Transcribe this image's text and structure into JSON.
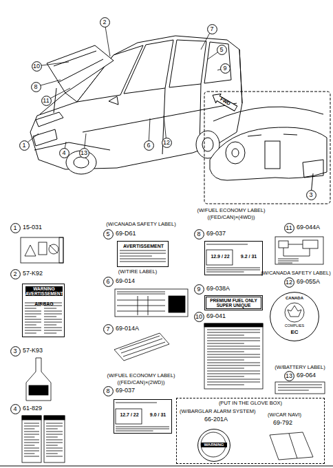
{
  "diagram": {
    "nodes": [
      {
        "text": [
          "2"
        ]
      },
      {
        "text": [
          "7"
        ]
      },
      {
        "text": [
          "5"
        ]
      },
      {
        "text": [
          "10"
        ]
      },
      {
        "text": [
          "9"
        ]
      },
      {
        "text": [
          "8"
        ]
      },
      {
        "text": [
          "11"
        ]
      },
      {
        "text": [
          "FWD"
        ]
      },
      {
        "text": [
          "12"
        ]
      },
      {
        "text": [
          "1"
        ]
      },
      {
        "text": [
          "6"
        ]
      },
      {
        "text": [
          "4"
        ]
      },
      {
        "text": [
          "13"
        ]
      },
      {
        "text": [
          "3"
        ]
      },
      {
        "text": [
          "1"
        ]
      },
      {
        "text": [
          "5"
        ]
      },
      {
        "text": [
          "AVERTISSEMENT"
        ]
      },
      {
        "text": [
          "8"
        ]
      },
      {
        "text": [
          "12.9 / 22",
          "9.2 / 31"
        ]
      },
      {
        "text": [
          "11"
        ]
      },
      {
        "text": [
          "2"
        ]
      },
      {
        "text": [
          "WARNING AVERTISSEMENT",
          "AIRBAG"
        ]
      },
      {
        "text": [
          "6"
        ]
      },
      {
        "text": [
          "9"
        ]
      },
      {
        "text": [
          "PREMIUM FUEL ONLY SUPER UNIQUE"
        ]
      },
      {
        "text": [
          "12"
        ]
      },
      {
        "text": [
          "CANADA",
          "COMPLIES",
          "EC"
        ]
      },
      {
        "text": [
          "10"
        ]
      },
      {
        "text": [
          "7"
        ]
      },
      {
        "text": [
          "3"
        ]
      },
      {
        "text": [
          "13"
        ]
      },
      {
        "text": [
          "8"
        ]
      },
      {
        "text": [
          "12.7 / 22",
          "9.0 / 31"
        ]
      },
      {
        "text": [
          "(PUT IN THE GLOVE BOX)",
          "(W/BARGLAR ALARM SYSTEM)",
          "66-201A",
          "(W/CAR NAVI)",
          "69-792"
        ]
      },
      {
        "text": [
          "WARNING"
        ],
        "in": 33
      },
      {
        "text": [
          "4"
        ]
      }
    ],
    "labels": [
      "15-031",
      "(W/CANADA SAFETY LABEL)",
      "69-D61",
      "(W/FUEL ECONOMY LABEL)",
      "((FED/CAN)×(4WD))",
      "69-037",
      "69-044A",
      "57-K92",
      "(W/TIRE LABEL)",
      "69-014",
      "69-038A",
      "(W/CANADA SAFETY LABEL)",
      "69-055A",
      "69-041",
      "69-014A",
      "57-K93",
      "(W/BATTERY LABEL)",
      "69-064",
      "(W/FUEL ECONOMY LABEL)",
      "((FED/CAN)×(2WD))",
      "69-037",
      "61-829"
    ]
  }
}
